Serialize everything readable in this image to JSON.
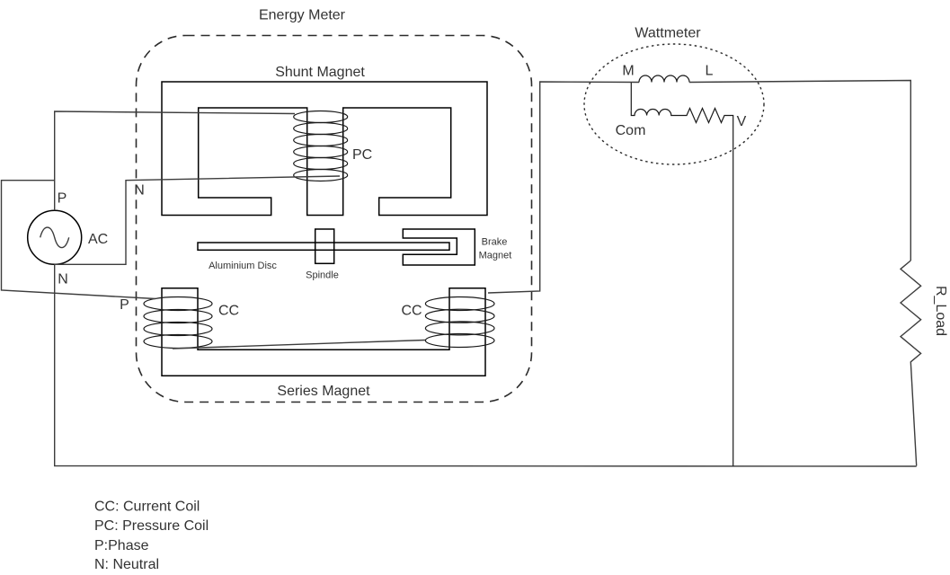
{
  "diagram": {
    "title": "Energy Meter",
    "energy_meter": {
      "shunt_magnet_label": "Shunt Magnet",
      "pc_label": "PC",
      "aluminium_disc_label": "Aluminium Disc",
      "spindle_label": "Spindle",
      "brake_magnet_label_line1": "Brake",
      "brake_magnet_label_line2": "Magnet",
      "cc_left_label": "CC",
      "cc_right_label": "CC",
      "series_magnet_label": "Series Magnet",
      "phase_terminal_label": "P",
      "neutral_terminal_label": "N"
    },
    "ac_source": {
      "label": "AC",
      "phase_label": "P",
      "neutral_label": "N"
    },
    "wattmeter": {
      "title": "Wattmeter",
      "m_label": "M",
      "l_label": "L",
      "com_label": "Com",
      "v_label": "V"
    },
    "load": {
      "label": "R_Load"
    },
    "legend": {
      "lines": [
        "CC: Current Coil",
        "PC: Pressure Coil",
        "P:Phase",
        "N: Neutral"
      ]
    },
    "colors": {
      "stroke": "#000000",
      "text": "#333333",
      "background": "#ffffff"
    }
  }
}
